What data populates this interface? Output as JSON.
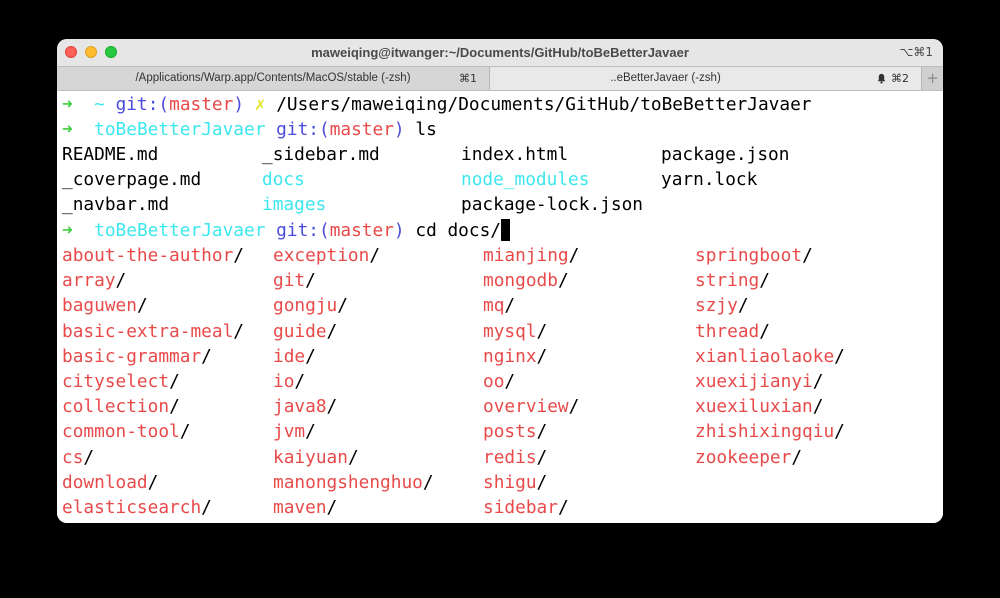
{
  "window": {
    "title": "maweiqing@itwanger:~/Documents/GitHub/toBeBetterJavaer",
    "shortcut": "⌥⌘1"
  },
  "tabs": [
    {
      "title": "/Applications/Warp.app/Contents/MacOS/stable (-zsh)",
      "shortcut": "⌘1"
    },
    {
      "title": "..eBetterJavaer (-zsh)",
      "shortcut": "⌘2"
    }
  ],
  "new_tab_label": "+",
  "colors": {
    "prompt_arrow": "#3fcf3f",
    "directory": "#3ce7ed",
    "git": "#4a4cdb",
    "branch": "#e84a4a",
    "dirty_mark": "#e5e52a"
  },
  "prompt": {
    "arrow": "➜",
    "git_label": "git:(",
    "branch": "master",
    "close_paren": ")"
  },
  "line1": {
    "dir": "~",
    "dirty": "✗",
    "text": "/Users/maweiqing/Documents/GitHub/toBeBetterJavaer"
  },
  "line2": {
    "dir": "toBeBetterJavaer",
    "command": "ls"
  },
  "ls_output": [
    [
      {
        "name": "README.md",
        "type": "file"
      },
      {
        "name": "_sidebar.md",
        "type": "file"
      },
      {
        "name": "index.html",
        "type": "file"
      },
      {
        "name": "package.json",
        "type": "file"
      }
    ],
    [
      {
        "name": "_coverpage.md",
        "type": "file"
      },
      {
        "name": "docs",
        "type": "dir"
      },
      {
        "name": "node_modules",
        "type": "dir"
      },
      {
        "name": "yarn.lock",
        "type": "file"
      }
    ],
    [
      {
        "name": "_navbar.md",
        "type": "file"
      },
      {
        "name": "images",
        "type": "dir"
      },
      {
        "name": "package-lock.json",
        "type": "file"
      }
    ]
  ],
  "line3": {
    "dir": "toBeBetterJavaer",
    "command": "cd docs/"
  },
  "completions": [
    [
      "about-the-author",
      "exception",
      "mianjing",
      "springboot"
    ],
    [
      "array",
      "git",
      "mongodb",
      "string"
    ],
    [
      "baguwen",
      "gongju",
      "mq",
      "szjy"
    ],
    [
      "basic-extra-meal",
      "guide",
      "mysql",
      "thread"
    ],
    [
      "basic-grammar",
      "ide",
      "nginx",
      "xianliaolaoke"
    ],
    [
      "cityselect",
      "io",
      "oo",
      "xuexijianyi"
    ],
    [
      "collection",
      "java8",
      "overview",
      "xuexiluxian"
    ],
    [
      "common-tool",
      "jvm",
      "posts",
      "zhishixingqiu"
    ],
    [
      "cs",
      "kaiyuan",
      "redis",
      "zookeeper"
    ],
    [
      "download",
      "manongshenghuo",
      "shigu"
    ],
    [
      "elasticsearch",
      "maven",
      "sidebar"
    ]
  ],
  "completion_suffix": "/"
}
